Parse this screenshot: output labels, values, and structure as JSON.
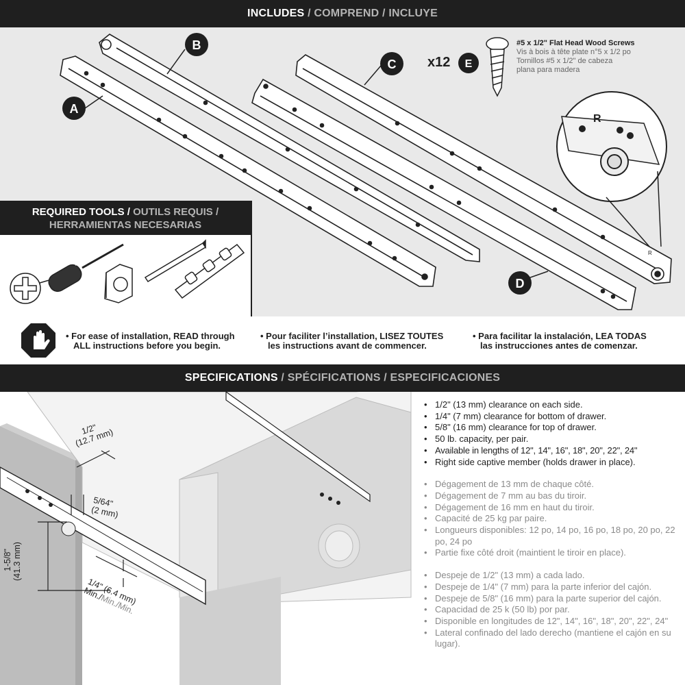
{
  "header_includes": {
    "en": "INCLUDES",
    "fr": "COMPREND",
    "es": "INCLUYE",
    "sep": "/"
  },
  "parts": {
    "a": "A",
    "b": "B",
    "c": "C",
    "d": "D",
    "e": "E",
    "qty": "x12",
    "side_mark": "R",
    "side_mark_small": "R"
  },
  "screw": {
    "en": "#5 x 1/2\" Flat Head Wood Screws",
    "fr": "Vis à bois à tête plate n°5 x 1/2 po",
    "es_1": "Tornillos #5 x 1/2\" de cabeza",
    "es_2": "plana para madera"
  },
  "tools": {
    "line1_en": "REQUIRED TOOLS",
    "line1_fr": "OUTILS REQUIS",
    "sep": "/",
    "line2_es": "HERRAMIENTAS NECESARIAS"
  },
  "warning": {
    "en_1": "• For ease of installation, READ through",
    "en_2": "ALL instructions before you begin.",
    "fr_1": "• Pour faciliter l’installation, LISEZ TOUTES",
    "fr_2": "les instructions avant de commencer.",
    "es_1": "• Para facilitar la instalación, LEA TODAS",
    "es_2": "las instrucciones antes de comenzar."
  },
  "header_specs": {
    "en": "SPECIFICATIONS",
    "fr": "SPÉCIFICATIONS",
    "es": "ESPECIFICACIONES",
    "sep": "/"
  },
  "specs_en": [
    "1/2\" (13 mm) clearance on each side.",
    "1/4\" (7 mm) clearance for bottom of drawer.",
    "5/8\" (16 mm) clearance for top of drawer.",
    "50 lb. capacity, per pair.",
    "Available in lengths of 12\", 14\", 16\", 18\", 20\", 22\", 24\"",
    "Right side captive member (holds drawer in place)."
  ],
  "specs_fr": [
    "Dégagement de 13 mm de chaque côté.",
    "Dégagement de 7 mm au bas du tiroir.",
    "Dégagement de 16 mm en haut du tiroir.",
    "Capacité de 25 kg par paire.",
    "Longueurs disponibles: 12 po, 14 po, 16 po, 18 po, 20 po, 22 po, 24 po",
    "Partie fixe côté droit (maintient le tiroir en place)."
  ],
  "specs_es": [
    "Despeje de 1/2\" (13 mm) a cada lado.",
    "Despeje de 1/4\" (7 mm) para la parte inferior del cajón.",
    "Despeje de 5/8\" (16 mm) para la parte superior del cajón.",
    "Capacidad de 25 k (50 lb) por par.",
    "Disponible en longitudes de 12\", 14\", 16\", 18\", 20\", 22\", 24\"",
    "Lateral confinado del lado derecho (mantiene el cajón en su lugar)."
  ],
  "dims": {
    "half_1": "1/2\"",
    "half_2": "(12.7 mm)",
    "five64_1": "5/64\"",
    "five64_2": "(2 mm)",
    "onefive8_1": "1-5/8\"",
    "onefive8_2": "(41.3 mm)",
    "quarter_1": "1/4\" (6.4 mm)",
    "quarter_2a": "Min./",
    "quarter_2b": "Min./Min."
  },
  "colors": {
    "band": "#1f1f1f",
    "panel": "#e9e9e9",
    "grey_text": "#8a8a8a"
  }
}
